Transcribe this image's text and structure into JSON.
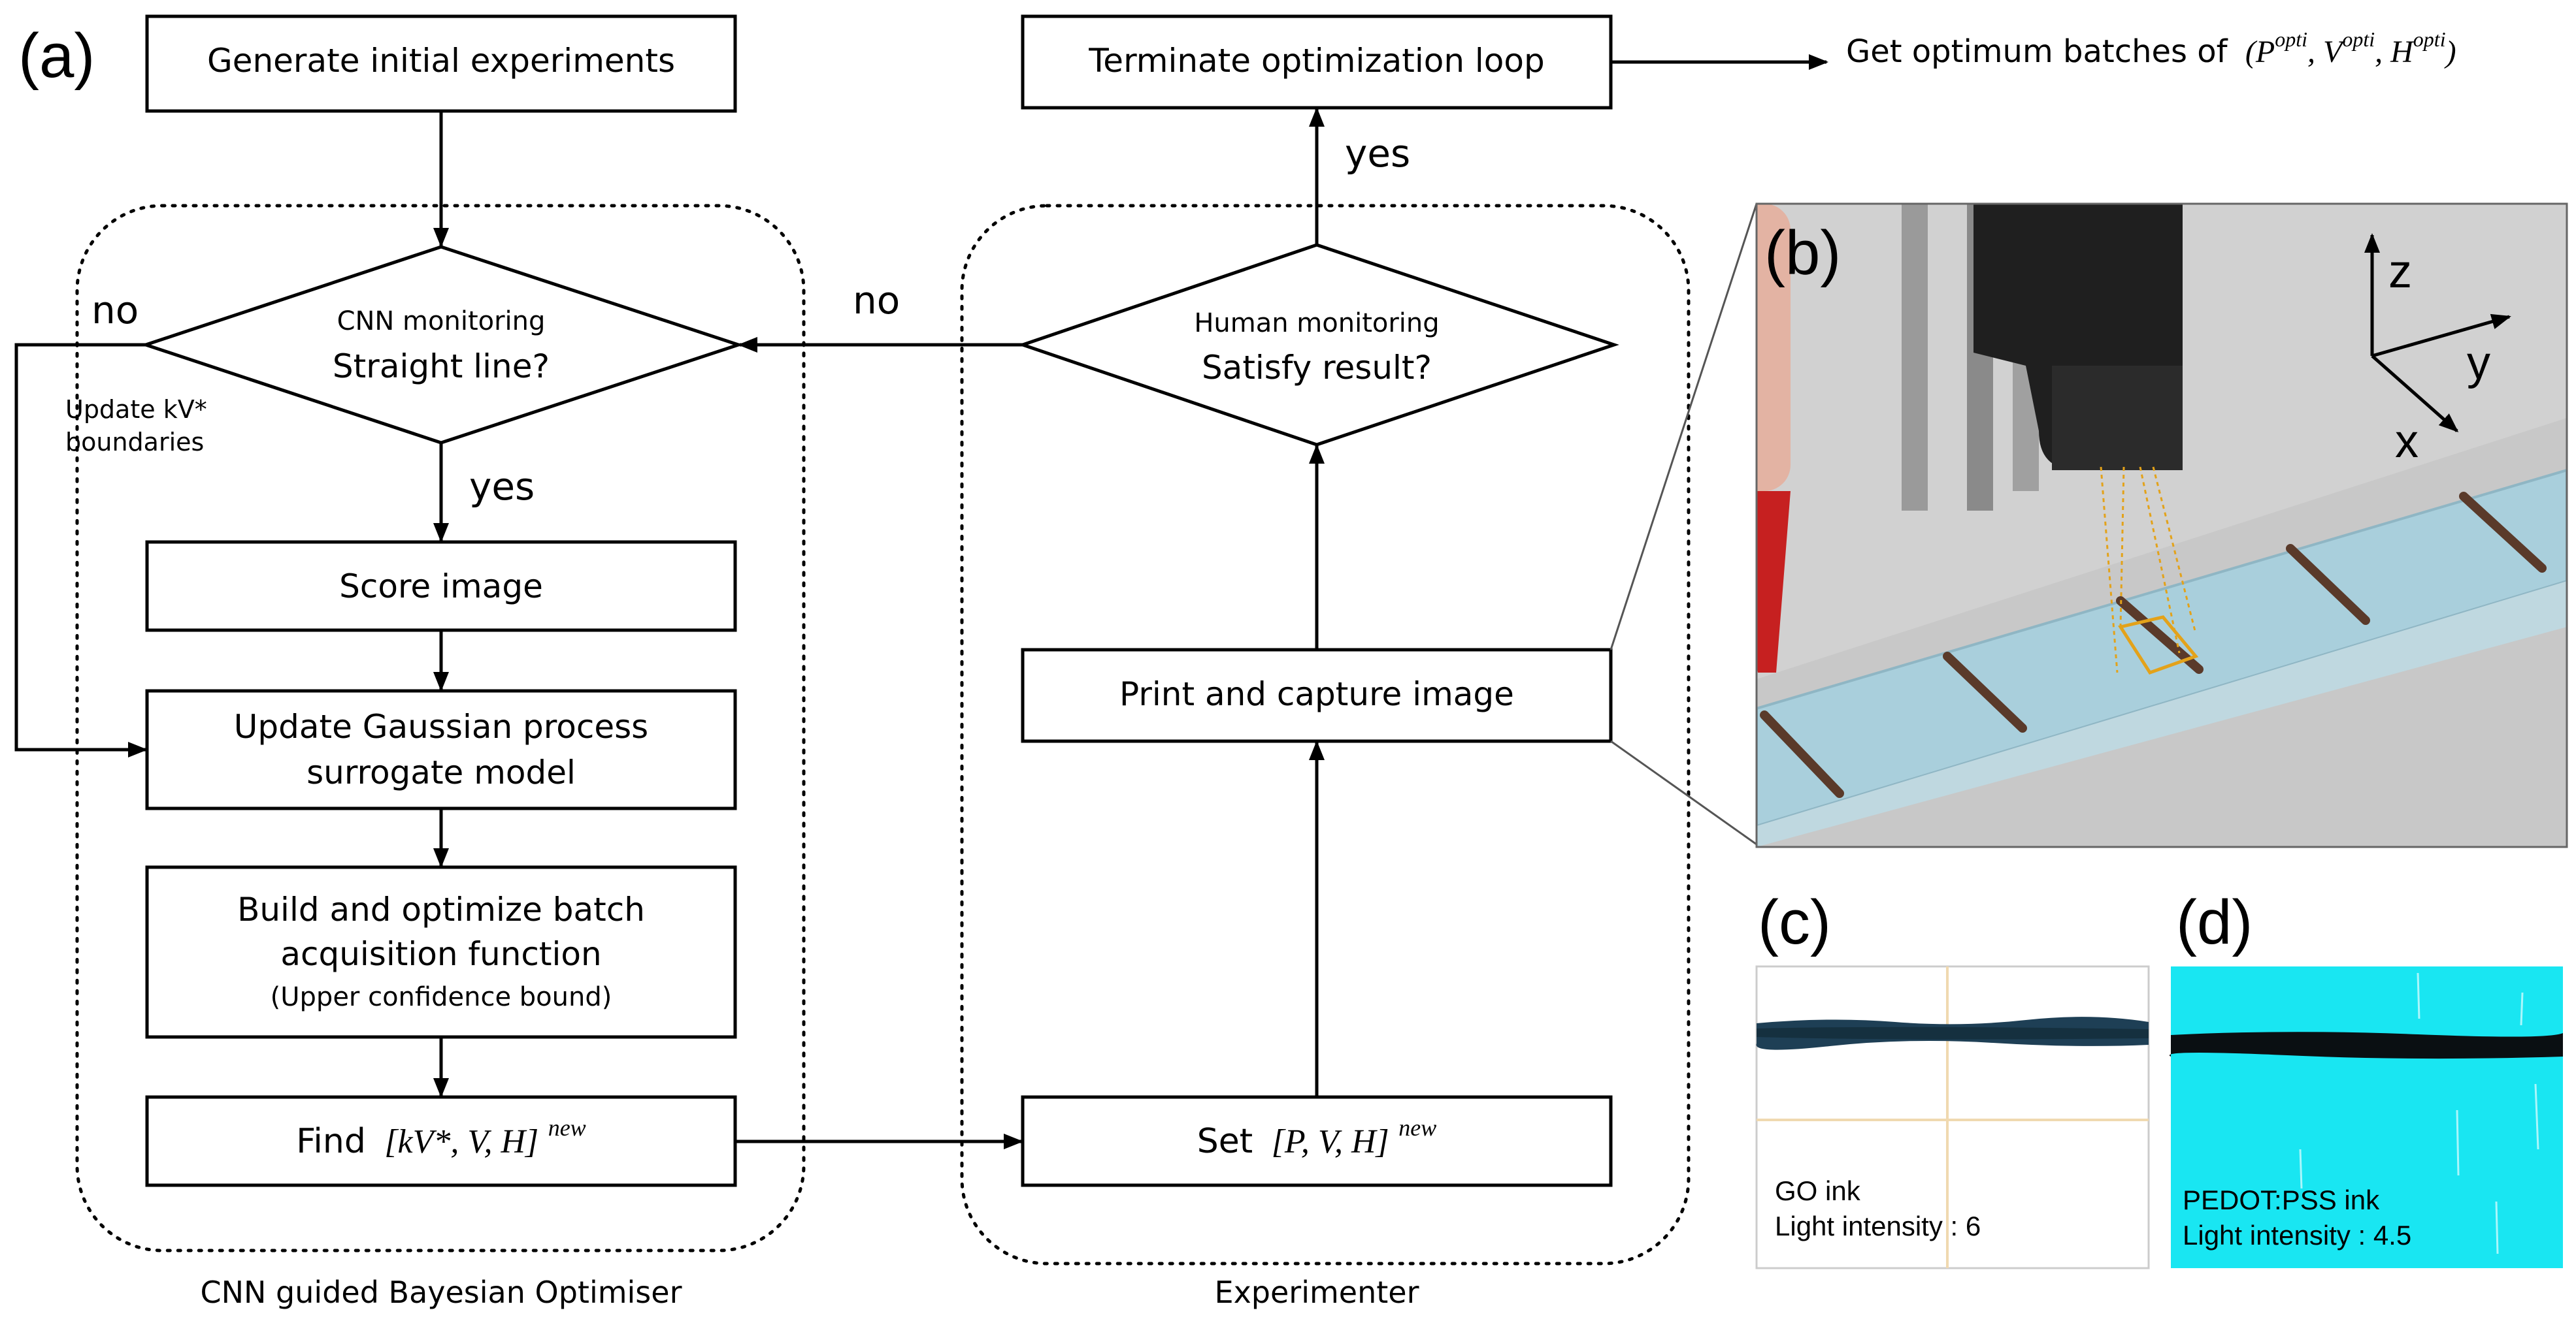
{
  "panels": {
    "a": "(a)",
    "b": "(b)",
    "c": "(c)",
    "d": "(d)"
  },
  "flow": {
    "generate": "Generate initial experiments",
    "cnn_diamond": {
      "line1": "CNN monitoring",
      "line2": "Straight line?"
    },
    "no_left": "no",
    "update_kv": {
      "line1": "Update kV*",
      "line2": "boundaries"
    },
    "yes_left": "yes",
    "score": "Score image",
    "update_gp": {
      "line1": "Update Gaussian process",
      "line2": "surrogate model"
    },
    "build": {
      "line1": "Build and optimize batch",
      "line2": "acquisition function",
      "line3": "(Upper confidence bound)"
    },
    "find": {
      "prefix": "Find",
      "expr": "[kV*, V, H]",
      "sup": "new"
    },
    "group_left": "CNN guided Bayesian Optimiser",
    "terminate": "Terminate optimization loop",
    "get_optimum": {
      "prefix": "Get optimum batches of",
      "expr_open": "(",
      "p": "P",
      "v": "V",
      "h": "H",
      "sup": "opti",
      "expr_close": ")"
    },
    "yes_top": "yes",
    "no_mid": "no",
    "human_diamond": {
      "line1": "Human monitoring",
      "line2": "Satisfy result?"
    },
    "print": "Print and capture image",
    "set": {
      "prefix": "Set",
      "expr": "[P, V, H]",
      "sup": "new"
    },
    "group_right": "Experimenter"
  },
  "axes3d": {
    "z": "z",
    "y": "y",
    "x": "x"
  },
  "panel_c": {
    "line1": "GO ink",
    "line2": "Light intensity : 6"
  },
  "panel_d": {
    "line1": "PEDOT:PSS ink",
    "line2": "Light intensity : 4.5"
  },
  "colors": {
    "render_bg": "#cfcfcf",
    "substrate": "#9dc8d8",
    "ink_line": "#5a3a2a",
    "nozzle_red": "#c62020",
    "frame_yellow": "#e3a21a",
    "panel_d_bg": "#19e6f2"
  }
}
